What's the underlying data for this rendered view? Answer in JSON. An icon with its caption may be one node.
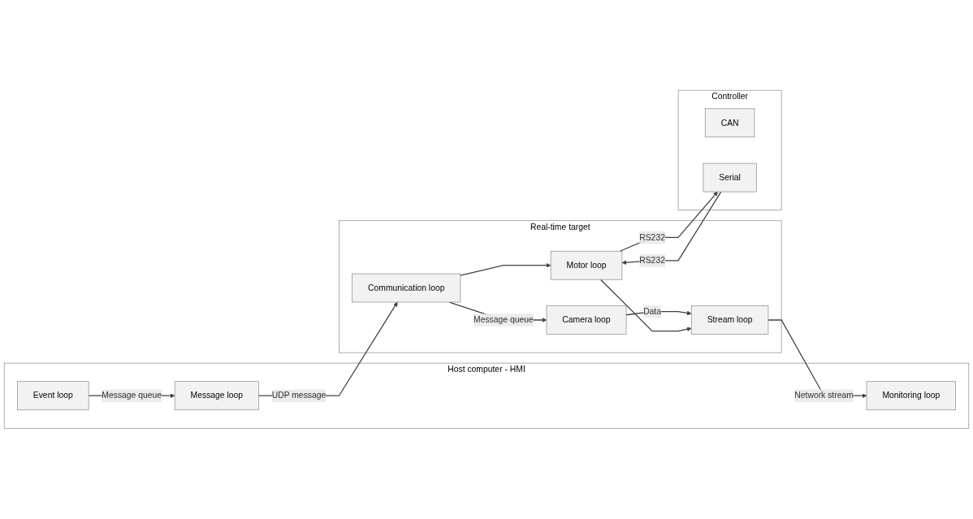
{
  "diagram": {
    "nodes": [
      {
        "text": [
          "Host computer - HMI"
        ]
      },
      {
        "text": [
          "Event loop"
        ],
        "in": 0
      },
      {
        "text": [
          "Message loop"
        ],
        "in": 0
      },
      {
        "text": [
          "Monitoring loop"
        ],
        "in": 0
      },
      {
        "text": [
          "Real-time target"
        ]
      },
      {
        "text": [
          "Communication loop"
        ],
        "in": 4
      },
      {
        "text": [
          "Camera loop"
        ],
        "in": 4
      },
      {
        "text": [
          "Motor loop"
        ],
        "in": 4
      },
      {
        "text": [
          "Stream loop"
        ],
        "in": 4
      },
      {
        "text": [
          "Controller"
        ]
      },
      {
        "text": [
          "CAN"
        ],
        "in": 9
      },
      {
        "text": [
          "Serial"
        ],
        "in": 9
      }
    ],
    "edges": [
      {
        "from": 1,
        "to": 2,
        "arrow": "to",
        "label": "Message queue"
      },
      {
        "from": 2,
        "to": 5,
        "arrow": "to",
        "label": "UDP message"
      },
      {
        "from": 5,
        "to": 6,
        "arrow": "to",
        "label": "Message queue"
      },
      {
        "from": 5,
        "to": 7,
        "arrow": "to"
      },
      {
        "from": 7,
        "to": 11,
        "arrow": "to",
        "label": "RS232"
      },
      {
        "from": 11,
        "to": 7,
        "arrow": "to",
        "label": "RS232"
      },
      {
        "from": 6,
        "to": 8,
        "arrow": "to",
        "label": "Data"
      },
      {
        "from": 7,
        "to": 8,
        "arrow": "to"
      },
      {
        "from": 8,
        "to": 3,
        "arrow": "to",
        "label": "Network stream"
      }
    ]
  }
}
